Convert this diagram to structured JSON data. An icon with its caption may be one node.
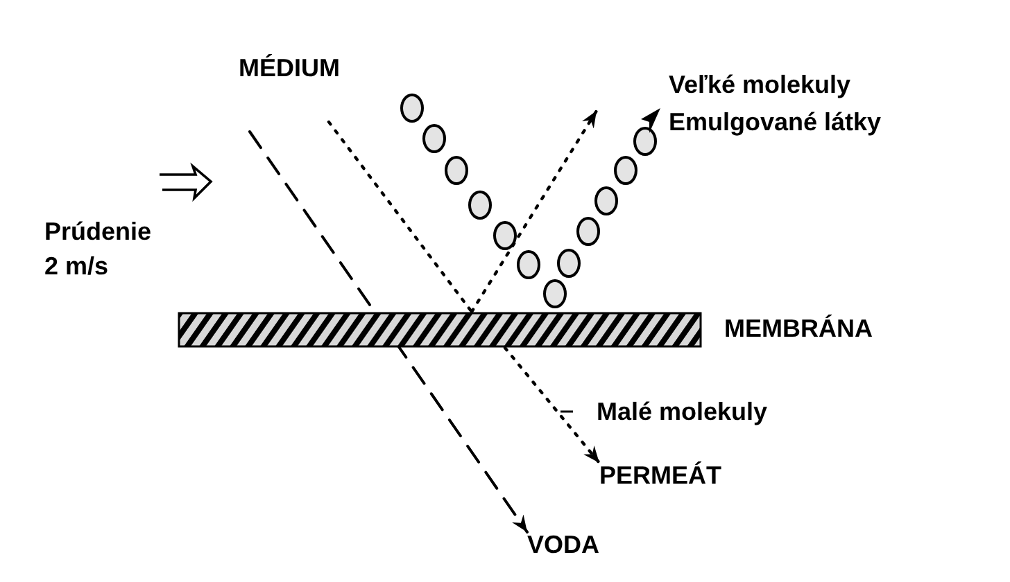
{
  "diagram": {
    "nodes": [
      {
        "text": [
          "Veľké molekuly",
          "Emulgované látky"
        ]
      },
      {
        "text": [],
        "shape": "bar",
        "beside": [
          "MEMBRÁNA"
        ]
      },
      {
        "text": [
          "PERMEÁT"
        ]
      },
      {
        "text": [
          "VODA"
        ]
      }
    ],
    "edges": [
      {
        "from": null,
        "to": 3,
        "arrow": "to",
        "style": "dashed"
      },
      {
        "from": null,
        "to": 1,
        "arrow": "none"
      },
      {
        "from": 1,
        "to": 0,
        "arrow": "to"
      },
      {
        "from": 1,
        "to": 2,
        "arrow": "to"
      }
    ],
    "labels": [
      "MÉDIUM",
      "Prúdenie 2 m/s",
      "Malé molekuly"
    ]
  }
}
